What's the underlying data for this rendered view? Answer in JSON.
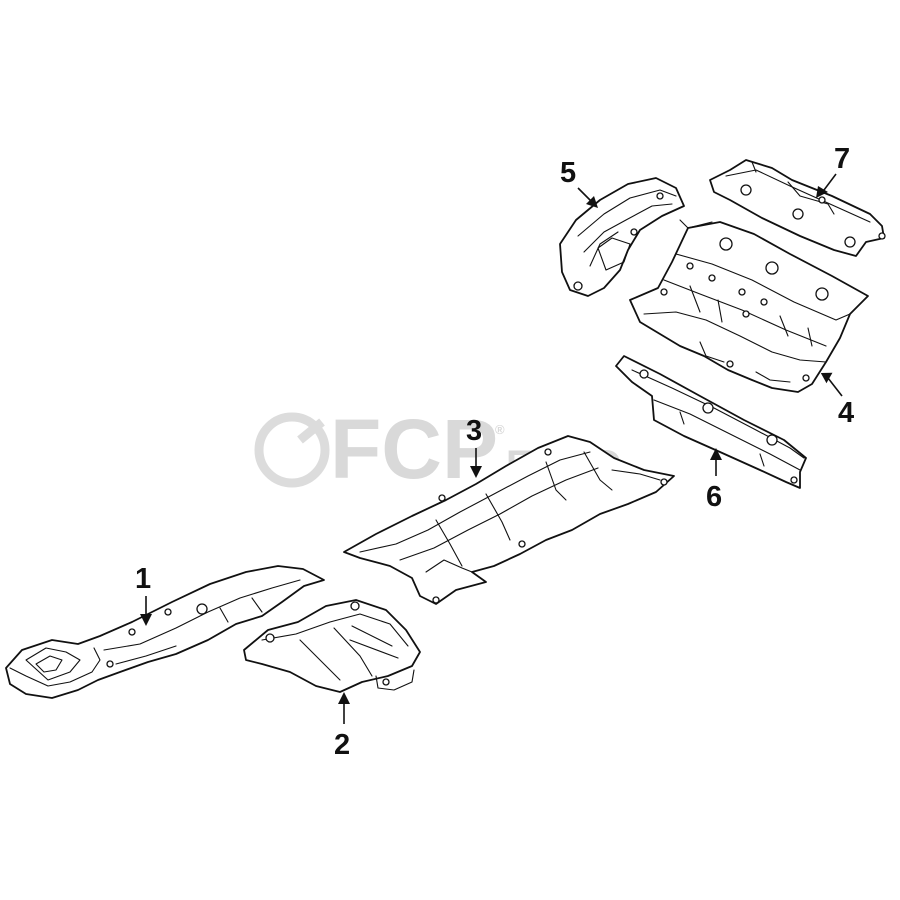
{
  "watermark": {
    "brand": "FCP",
    "suffix": "EURO",
    "registered": "®",
    "color": "#d9d9d9"
  },
  "callouts": [
    {
      "id": "1",
      "label": "1"
    },
    {
      "id": "2",
      "label": "2"
    },
    {
      "id": "3",
      "label": "3"
    },
    {
      "id": "4",
      "label": "4"
    },
    {
      "id": "5",
      "label": "5"
    },
    {
      "id": "6",
      "label": "6"
    },
    {
      "id": "7",
      "label": "7"
    }
  ],
  "colors": {
    "line": "#111111",
    "background": "#ffffff"
  }
}
